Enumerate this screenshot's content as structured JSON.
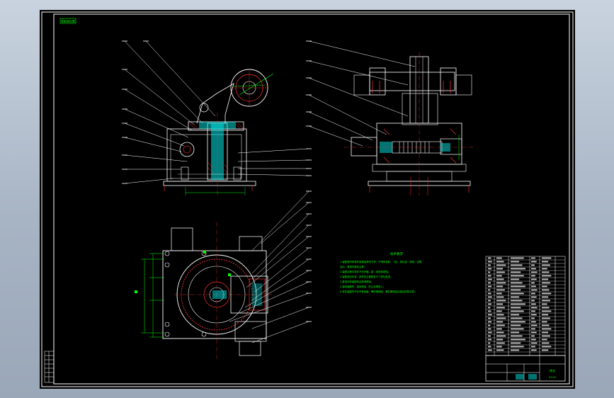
{
  "drawing": {
    "top_left_tag": "装配图标题",
    "tech_title": "技术要求",
    "tech_lines": [
      "1.装配前所有零件用煤油清洗干净，不得有毛刺、飞边、氧化皮、锈蚀、切屑、",
      "  油污、着色剂和灰尘等。",
      "2.装配过程中零件不允许磕、碰、划伤和锈蚀。",
      "3.装配前应对零、部件的主要配合尺寸进行复查。",
      "4.各密封件装配前必须浸透油。",
      "5.轴承装配时，保持清洁，防止杂物进入。",
      "6.零件装配时不允许有划痕、擦伤等缺陷，螺钉紧固后应保证防松可靠。"
    ],
    "title_block_name": "转台",
    "title_block_code": "ZT-00"
  },
  "colors": {
    "background": "#000000",
    "outline": "#ffffff",
    "dimension": "#00ff00",
    "hatch": "#ff3333",
    "centerline": "#ff3333",
    "fill_cyan": "#00e5e5",
    "frame": "#ffffff"
  }
}
